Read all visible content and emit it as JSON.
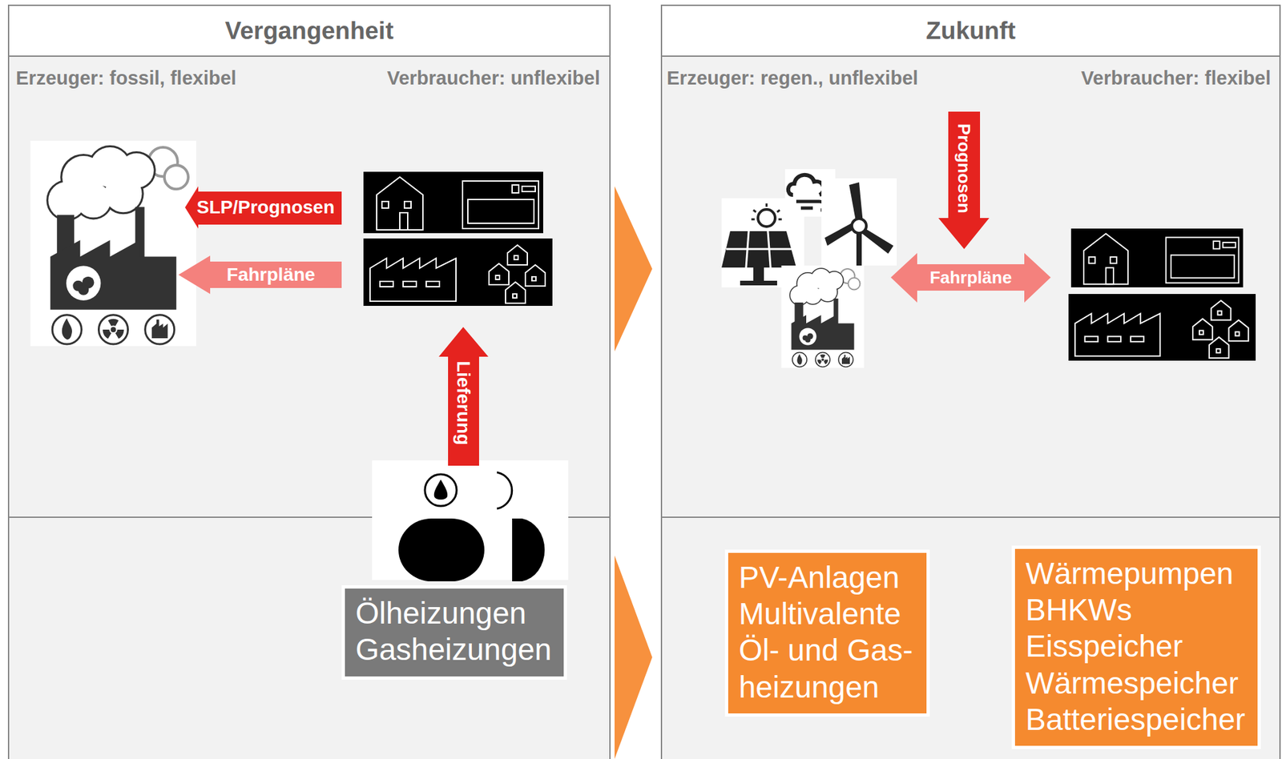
{
  "diagram": {
    "nodes": [
      {
        "text": [
          "Vergangenheit"
        ]
      },
      {
        "text": [
          "Ölheizungen Gasheizungen"
        ],
        "in": 0
      },
      {
        "text": [
          "Zukunft"
        ]
      },
      {
        "text": [
          "PV-Anlagen Multivalente Öl- und Gas- heizungen"
        ],
        "in": 2
      },
      {
        "text": [
          "Wärmepumpen BHKWs Eisspeicher Wärmespeicher Batteriespeicher"
        ],
        "in": 2
      }
    ],
    "labels": [
      "Erzeuger: fossil, flexibel",
      "Verbraucher: unflexibel",
      "SLP/Prognosen",
      "Fahrpläne",
      "Lieferung",
      "Erzeuger: regen., unflexibel",
      "Verbraucher: flexibel",
      "Prognosen",
      "Fahrpläne"
    ]
  }
}
